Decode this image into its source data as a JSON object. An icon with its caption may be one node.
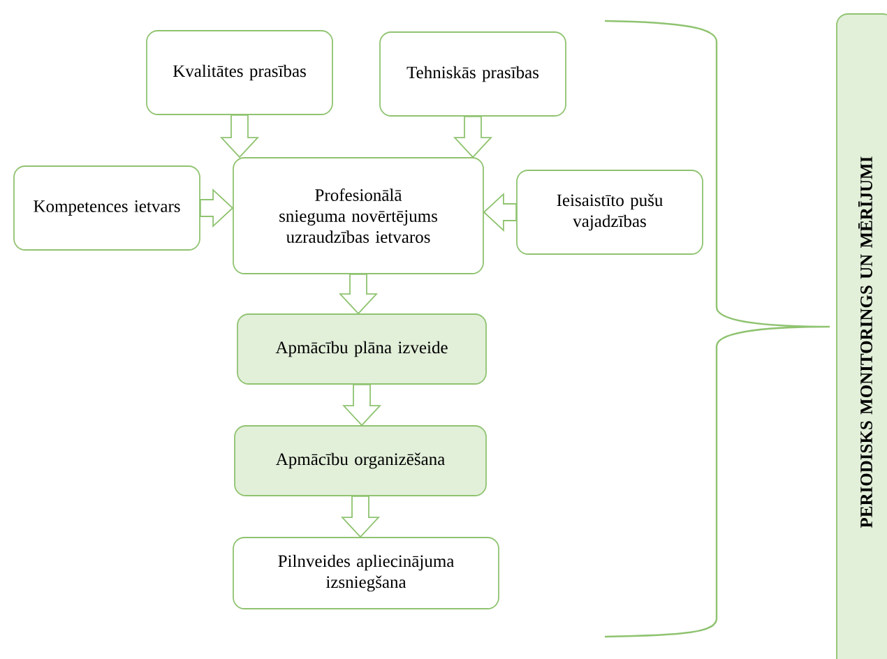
{
  "diagram": {
    "nodes": [
      {
        "text": [
          "Kvalitātes prasības"
        ]
      },
      {
        "text": [
          "Tehniskās prasības"
        ]
      },
      {
        "text": [
          "Kompetences ietvars"
        ]
      },
      {
        "text": [
          "Profesionālā snieguma novērtējums uzraudzības ietvaros"
        ]
      },
      {
        "text": [
          "Ieisaistīto pušu vajadzības"
        ]
      },
      {
        "text": [
          "Apmācību plāna izveide"
        ]
      },
      {
        "text": [
          "Apmācību organizēšana"
        ]
      },
      {
        "text": [
          "Pilnveides apliecinājuma izsniegšana"
        ]
      },
      {
        "text": [
          "PERIODISKS MONITORINGS UN MĒRĪJUMI"
        ]
      }
    ],
    "edges": [
      {
        "from": 0,
        "to": 3,
        "arrow": "to"
      },
      {
        "from": 1,
        "to": 3,
        "arrow": "to"
      },
      {
        "from": 2,
        "to": 3,
        "arrow": "to"
      },
      {
        "from": 4,
        "to": 3,
        "arrow": "to"
      },
      {
        "from": 3,
        "to": 5,
        "arrow": "to"
      },
      {
        "from": 5,
        "to": 6,
        "arrow": "to"
      },
      {
        "from": 6,
        "to": 7,
        "arrow": "to"
      }
    ]
  }
}
